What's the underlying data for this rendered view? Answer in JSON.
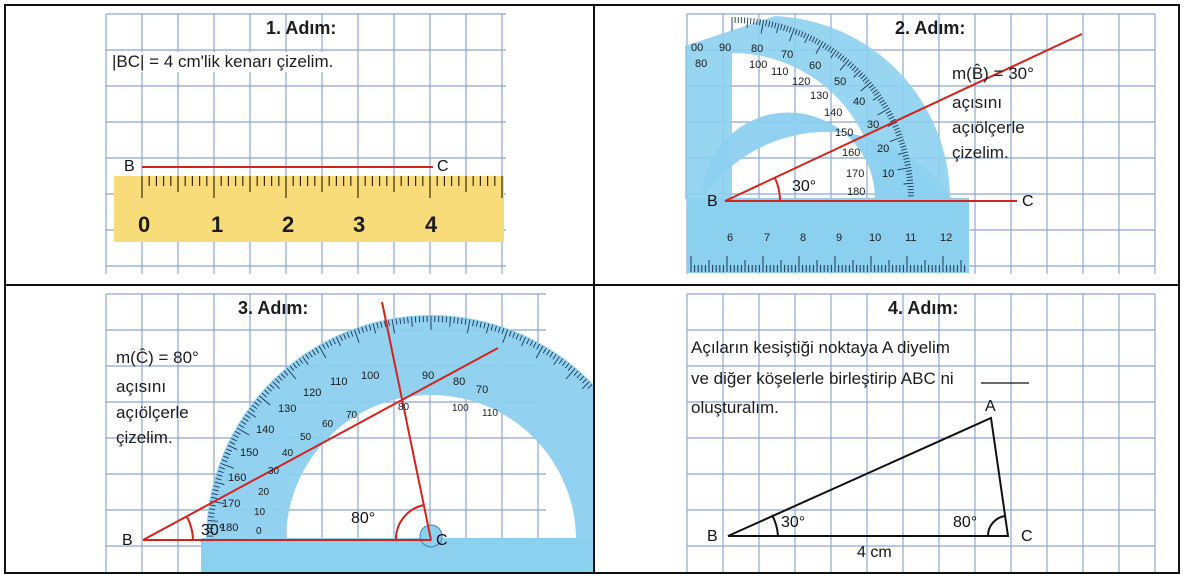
{
  "colors": {
    "grid": "#8ca6d8",
    "red": "#d4231a",
    "ruler": "#f7dc79",
    "protractor": "#8cd0ef",
    "protractor_dark": "#4a7fa8"
  },
  "step1": {
    "title": "1. Adım:",
    "instruction": "|BC| = 4 cm'lik kenarı çizelim.",
    "point_b": "B",
    "point_c": "C",
    "ruler_numbers": [
      "0",
      "1",
      "2",
      "3",
      "4"
    ]
  },
  "step2": {
    "title": "2. Adım:",
    "instruction_lines": [
      "m(B̂) = 30°",
      "açısını",
      "açıölçerle",
      "çizelim."
    ],
    "angle_label": "30°",
    "point_b": "B",
    "point_c": "C",
    "outer_scale": [
      "00",
      "90",
      "80",
      "70",
      "60",
      "50",
      "40",
      "30",
      "20",
      "10"
    ],
    "inner_scale": [
      "80",
      "100",
      "110",
      "120",
      "130",
      "140",
      "150",
      "160",
      "170",
      "180"
    ],
    "ruler_numbers": [
      "6",
      "7",
      "8",
      "9",
      "10",
      "11",
      "12"
    ]
  },
  "step3": {
    "title": "3. Adım:",
    "instruction_lines": [
      "m(Ĉ) = 80°",
      "açısını",
      "açıölçerle",
      "çizelim."
    ],
    "angle_b_label": "30°",
    "angle_c_label": "80°",
    "point_b": "B",
    "point_c": "C",
    "outer_scale": [
      "180",
      "170",
      "160",
      "150",
      "140",
      "130",
      "120",
      "110",
      "100",
      "90",
      "80",
      "70"
    ],
    "inner_scale": [
      "0",
      "10",
      "20",
      "30",
      "40",
      "50",
      "60",
      "70",
      "80",
      "100",
      "110"
    ]
  },
  "step4": {
    "title": "4. Adım:",
    "instruction_lines": [
      "Açıların kesiştiği noktaya A diyelim",
      "ve diğer köşelerle birleştirip ABC ni",
      "oluşturalım."
    ],
    "point_a": "A",
    "point_b": "B",
    "point_c": "C",
    "angle_b_label": "30°",
    "angle_c_label": "80°",
    "side_label": "4 cm"
  }
}
